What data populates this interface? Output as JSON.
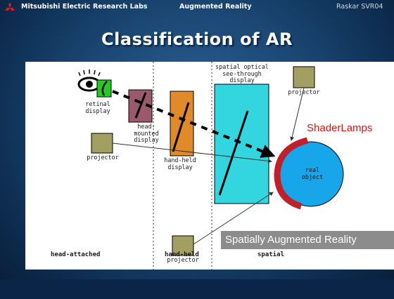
{
  "header": {
    "organization": "Mitsubishi Electric Research Labs",
    "topic": "Augmented Reality",
    "author": "Raskar SVR04",
    "logo_icon": "mitsubishi-diamonds-logo"
  },
  "slide": {
    "title": "Classification of AR"
  },
  "diagram": {
    "labels": {
      "retinal_display": "retinal\ndisplay",
      "head_mounted_display": "head-\nmounted\ndisplay",
      "projector_left": "projector",
      "hand_held_display": "hand-held\ndisplay",
      "spatial_optical": "spatial optical\nsee-through\ndisplay",
      "projector_top": "projector",
      "projector_bottom": "projector",
      "real_object": "real\nobject"
    },
    "columns": {
      "head_attached": "head-attached",
      "hand_held": "hand-held",
      "spatial": "spatial"
    },
    "callouts": {
      "shader_lamps": "ShaderLamps",
      "spatially_augmented": "Spatially Augmented Reality"
    },
    "colors": {
      "retinal": "#22cc22",
      "head_mounted": "#9a5a6e",
      "hand_held": "#e08a2a",
      "spatial_optical": "#33d6de",
      "projector": "#a39e62",
      "real_object": "#18a6ea",
      "shader_arc": "#c0202a",
      "shader_text": "#e01010"
    }
  }
}
